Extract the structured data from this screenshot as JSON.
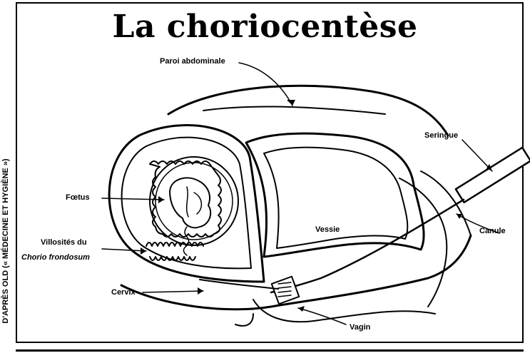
{
  "title": "La choriocentèse",
  "side_credit": "D'APRÈS OLD (« MÉDECINE ET HYGIÈNE »)",
  "labels": {
    "paroi_abdominale": "Paroi abdominale",
    "seringue": "Seringue",
    "foetus": "Fœtus",
    "vessie": "Vessie",
    "villosites_line1": "Villosités du",
    "villosites_line2": "Chorio frondosum",
    "canule": "Canule",
    "cervix": "Cervix",
    "vagin": "Vagin"
  }
}
